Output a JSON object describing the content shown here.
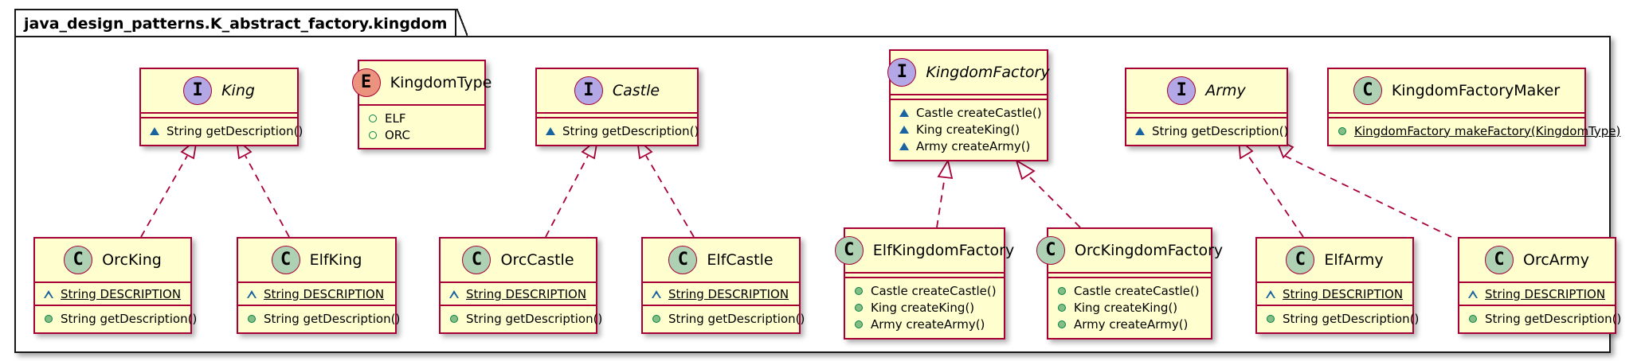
{
  "package": {
    "name": "java_design_patterns.K_abstract_factory.kingdom"
  },
  "classes": {
    "king": {
      "stereotype": "I",
      "name": "King",
      "methods": [
        "String getDescription()"
      ]
    },
    "kingdomType": {
      "stereotype": "E",
      "name": "KingdomType",
      "fields": [
        "ELF",
        "ORC"
      ]
    },
    "castle": {
      "stereotype": "I",
      "name": "Castle",
      "methods": [
        "String getDescription()"
      ]
    },
    "kingdomFactory": {
      "stereotype": "I",
      "name": "KingdomFactory",
      "methods": [
        "Castle createCastle()",
        "King createKing()",
        "Army createArmy()"
      ]
    },
    "army": {
      "stereotype": "I",
      "name": "Army",
      "methods": [
        "String getDescription()"
      ]
    },
    "kingdomFactoryMaker": {
      "stereotype": "C",
      "name": "KingdomFactoryMaker",
      "methods": [
        "KingdomFactory makeFactory(KingdomType)"
      ]
    },
    "orcKing": {
      "stereotype": "C",
      "name": "OrcKing",
      "fields": [
        "String DESCRIPTION"
      ],
      "methods": [
        "String getDescription()"
      ]
    },
    "elfKing": {
      "stereotype": "C",
      "name": "ElfKing",
      "fields": [
        "String DESCRIPTION"
      ],
      "methods": [
        "String getDescription()"
      ]
    },
    "orcCastle": {
      "stereotype": "C",
      "name": "OrcCastle",
      "fields": [
        "String DESCRIPTION"
      ],
      "methods": [
        "String getDescription()"
      ]
    },
    "elfCastle": {
      "stereotype": "C",
      "name": "ElfCastle",
      "fields": [
        "String DESCRIPTION"
      ],
      "methods": [
        "String getDescription()"
      ]
    },
    "elfKingdomFactory": {
      "stereotype": "C",
      "name": "ElfKingdomFactory",
      "methods": [
        "Castle createCastle()",
        "King createKing()",
        "Army createArmy()"
      ]
    },
    "orcKingdomFactory": {
      "stereotype": "C",
      "name": "OrcKingdomFactory",
      "methods": [
        "Castle createCastle()",
        "King createKing()",
        "Army createArmy()"
      ]
    },
    "elfArmy": {
      "stereotype": "C",
      "name": "ElfArmy",
      "fields": [
        "String DESCRIPTION"
      ],
      "methods": [
        "String getDescription()"
      ]
    },
    "orcArmy": {
      "stereotype": "C",
      "name": "OrcArmy",
      "fields": [
        "String DESCRIPTION"
      ],
      "methods": [
        "String getDescription()"
      ]
    }
  },
  "colors": {
    "classFill": "#fefece",
    "classBorder": "#a80036",
    "classStereo": "#add1b2",
    "interfaceStereo": "#b4a7e5",
    "enumStereo": "#eb937f"
  }
}
